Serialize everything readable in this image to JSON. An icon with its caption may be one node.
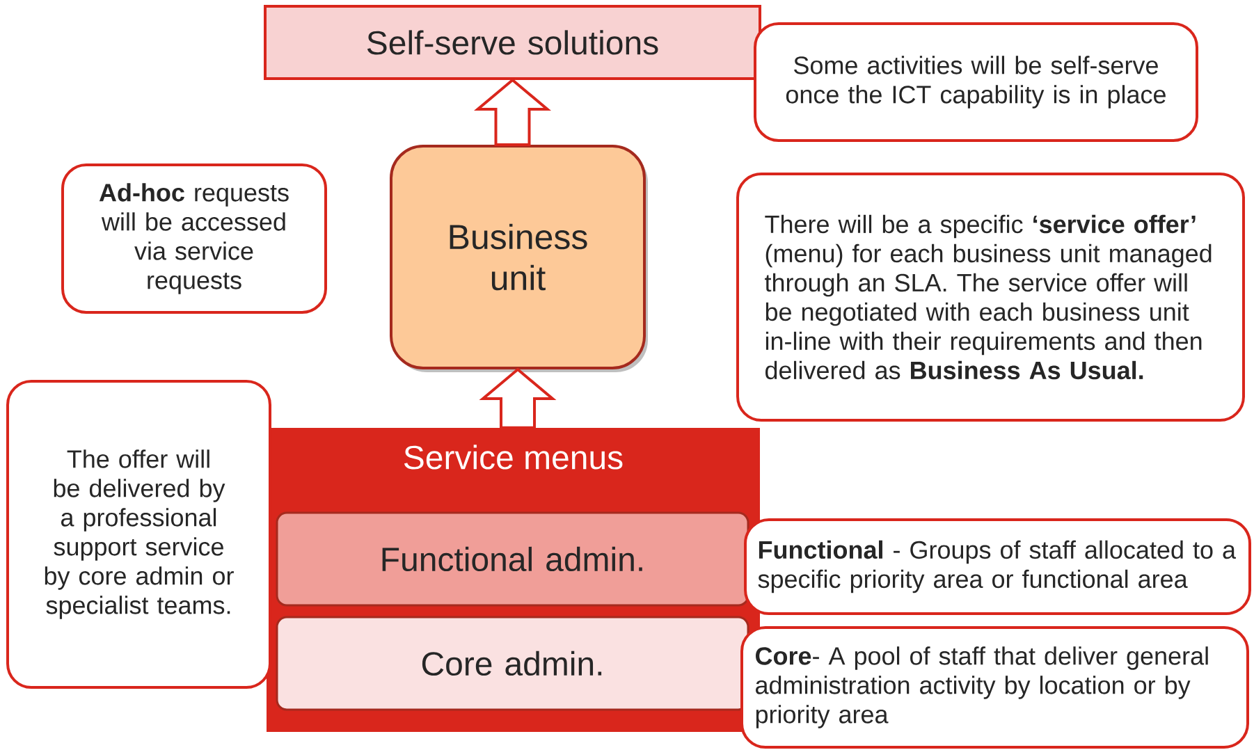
{
  "diagram": {
    "nodes": [
      {
        "text": [
          "Self-serve solutions"
        ]
      },
      {
        "text": [
          "Some activities will be self-serve once the ICT capability is in place"
        ]
      },
      {
        "text": [
          "**Ad-hoc** requests will be accessed via service requests"
        ]
      },
      {
        "text": [
          "Business unit"
        ]
      },
      {
        "text": [
          "There will be a specific **‘service offer’** (menu) for each business unit managed through an SLA. The service offer will be negotiated with each business unit in-line with their requirements and then delivered as **Business As Usual.**"
        ]
      },
      {
        "text": [
          "Service menus"
        ]
      },
      {
        "text": [
          "Functional admin."
        ],
        "in": 5
      },
      {
        "text": [
          "Core admin."
        ],
        "in": 5
      },
      {
        "text": [
          "The offer will be delivered by a professional support service by core admin or specialist teams."
        ]
      },
      {
        "text": [
          "**Functional** - Groups of staff allocated to a specific priority area or functional area"
        ]
      },
      {
        "text": [
          "**Core**- A pool of staff that deliver general administration activity by location or by priority area"
        ]
      }
    ],
    "edges": [
      {
        "from": 3,
        "to": 0,
        "arrow": "to"
      },
      {
        "from": 5,
        "to": 3,
        "arrow": "to"
      }
    ]
  }
}
